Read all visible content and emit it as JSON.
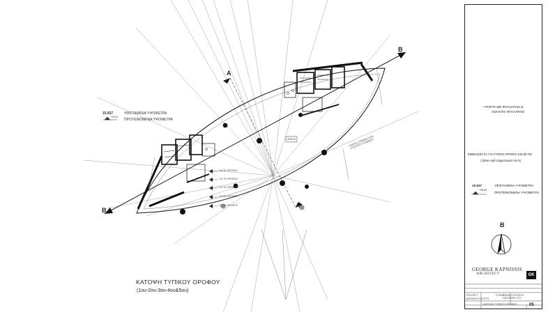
{
  "drawing": {
    "title": "ΚΑΤΟΨΗ ΤΥΠΙΚΟΥ ΟΡΟΦΟΥ",
    "subtitle": "(1ου-2ου-3ου-4ου&5ου)"
  },
  "section_markers": {
    "a_top": "A",
    "a_bottom": "A",
    "b_right": "B",
    "b_left": "B",
    "north": "B"
  },
  "legend_left": {
    "existing_value": "15.837",
    "existing_label": "ΥΦΙΣΤΑΜΕΝΑ ΥΨΟΜΕΤΡΑ",
    "proposed_value": "+15.00",
    "proposed_label": "ΠΡΟΤΕΙΝΟΜΕΝΑ ΥΨΟΜΕΤΡΑ"
  },
  "level_tags": [
    {
      "value": "+16.30",
      "label": "ΟΡΟΦΟΣ"
    },
    {
      "value": "+19.70",
      "label": "ΟΡΟΦΟΣ"
    },
    {
      "value": "+23.10",
      "label": "ΟΡΟΦΟΣ"
    },
    {
      "value": "+26.50",
      "label": "ΟΡΟΦΟΣ"
    },
    {
      "value": "+29.90",
      "label": "ΟΡΟΦΟΣ"
    }
  ],
  "plan_labels": {
    "center_tag": "ΑΝΕΛΚ.",
    "diag_note_1": "ΧΩΡΟΣ ΣΤΑΘΜΕΥΣΗΣ",
    "diag_note_2": "ΥΠΟΓΕΙΟΥ ΣΤΑΘΜΟΥ"
  },
  "panel": {
    "note_line1": "• ΠΟΡΤΑ ΜΕ ΦΥΛΛΑΡΑΚΙ &",
    "note_line2": "ΑΚΙΝΗΤΟ ΦΥΛΛΑΡΑΚΙ",
    "area_line1": "ΕΜΒΑΔΟΝ ΣΞ ΓΙΑ ΤΥΠΙΚΟ ΟΡΟΦΟ 443.80 ΤΜ",
    "area_line2": "( βάσει αρθ.ταφροτομείο Νο 5)",
    "existing_value": "15.837",
    "existing_label": "ΥΦΙΣΤΑΜΕΝΑ ΥΨΟΜΕΤΡΑ",
    "proposed_value": "+26.50",
    "proposed_label": "ΠΡΟΤΕΙΝΟΜΕΝΑ ΥΨΟΜΕΤΡΑ",
    "architect_name": "GEORGE KAPNISSIS",
    "architect_role": "ARCHITECT",
    "logo_text": "GK",
    "project_label": "PROJECT",
    "project_value": "ΒΑΣΙΛΙΚΟ ΚΟΥΡΤΗ",
    "client_label": "CLIENT",
    "client_value": "GRAND FUTUR III HOLDINGS LTD",
    "sheet_title": "ΚΑΤΟΨΗ ΤΥΠΙΚΟΥ ΟΡΟΦΟΥ",
    "sheet_no": "05"
  }
}
